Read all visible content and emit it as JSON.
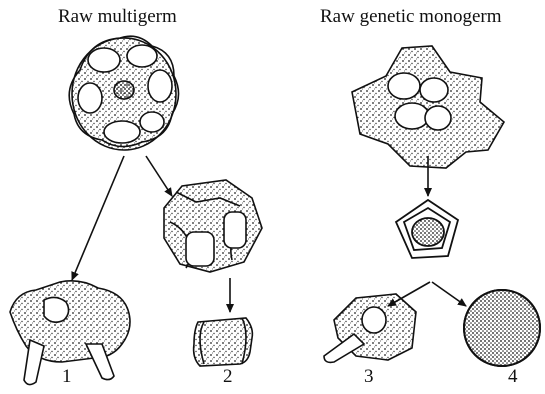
{
  "titles": {
    "left": "Raw multigerm",
    "right": "Raw genetic monogerm"
  },
  "labels": {
    "one": "1",
    "two": "2",
    "three": "3",
    "four": "4"
  },
  "colors": {
    "ink": "#111111",
    "stipple": "#333333",
    "background": "#ffffff"
  }
}
